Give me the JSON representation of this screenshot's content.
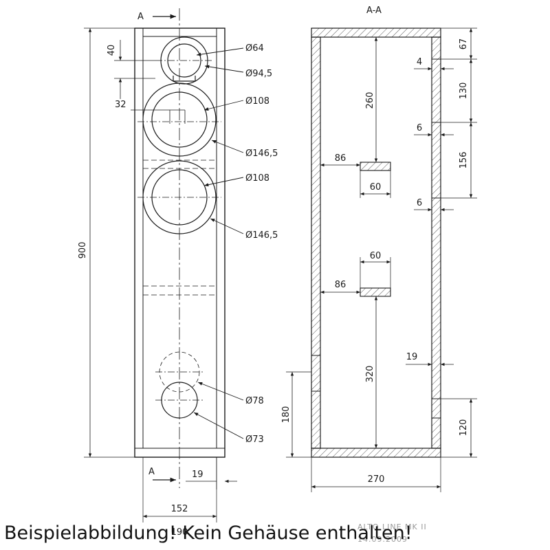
{
  "front_view": {
    "section_marker_top": "A",
    "section_marker_bottom": "A",
    "dims": {
      "height": "900",
      "tweeter_offset": "40",
      "mid_offset": "32",
      "side_19": "19",
      "width_152": "152",
      "width_bottom_partial": "190"
    },
    "callouts": {
      "tweeter_inner": "Ø64",
      "tweeter_outer": "Ø94,5",
      "mid1_inner": "Ø108",
      "mid1_outer": "Ø146,5",
      "mid2_inner": "Ø108",
      "mid2_outer": "Ø146,5",
      "port_outer": "Ø78",
      "port_inner": "Ø73"
    }
  },
  "section_view": {
    "title": "A-A",
    "dims": {
      "d260": "260",
      "d86_top": "86",
      "d60_top": "60",
      "d60_bottom": "60",
      "d86_bottom": "86",
      "d320": "320",
      "d180": "180",
      "d270": "270",
      "d67": "67",
      "d4": "4",
      "d130": "130",
      "d6_a": "6",
      "d156": "156",
      "d6_b": "6",
      "d19": "19",
      "d120": "120"
    },
    "stamp_line1": "ALTO LINE MK II",
    "stamp_line2": "14.09.2009"
  },
  "caption": "Beispielabbildung! Kein Gehäuse enthalten!"
}
